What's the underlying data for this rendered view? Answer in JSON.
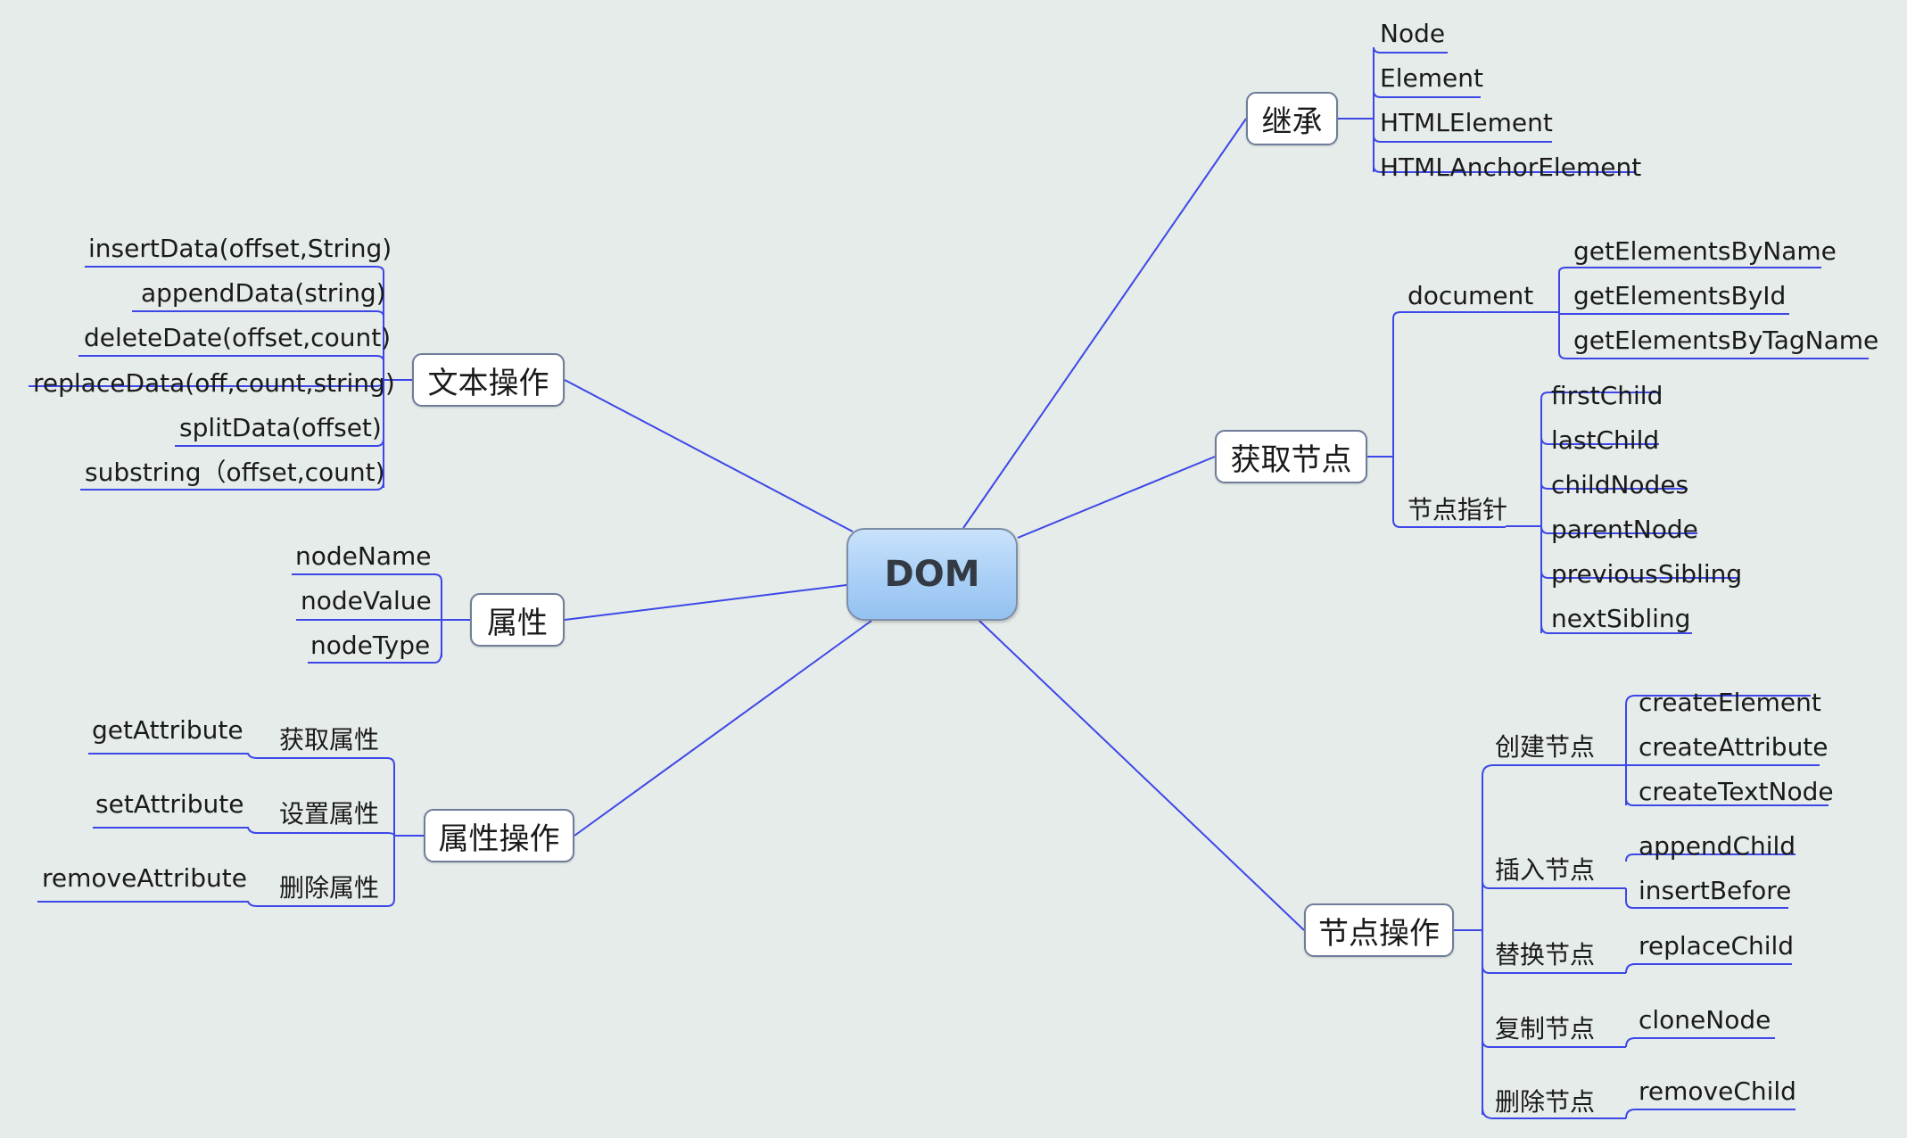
{
  "central": "DOM",
  "topics": {
    "inherit": {
      "label": "继承",
      "items": [
        "Node",
        "Element",
        "HTMLElement",
        "HTMLAnchorElement"
      ]
    },
    "get_nodes": {
      "label": "获取节点",
      "document": {
        "label": "document",
        "items": [
          "getElementsByName",
          "getElementsById",
          "getElementsByTagName"
        ]
      },
      "pointer": {
        "label": "节点指针",
        "items": [
          "firstChild",
          "lastChild",
          "childNodes",
          "parentNode",
          "previousSibling",
          "nextSibling"
        ]
      }
    },
    "node_ops": {
      "label": "节点操作",
      "create": {
        "label": "创建节点",
        "items": [
          "createElement",
          "createAttribute",
          "createTextNode"
        ]
      },
      "insert": {
        "label": "插入节点",
        "items": [
          "appendChild",
          "insertBefore"
        ]
      },
      "replace": {
        "label": "替换节点",
        "items": [
          "replaceChild"
        ]
      },
      "copy": {
        "label": "复制节点",
        "items": [
          "cloneNode"
        ]
      },
      "delete": {
        "label": "删除节点",
        "items": [
          "removeChild"
        ]
      }
    },
    "text_ops": {
      "label": "文本操作",
      "items": [
        "insertData(offset,String)",
        "appendData(string)",
        "deleteDate(offset,count)",
        "replaceData(off,count,string)",
        "splitData(offset)",
        "substring（offset,count)"
      ]
    },
    "attributes": {
      "label": "属性",
      "items": [
        "nodeName",
        "nodeValue",
        "nodeType"
      ]
    },
    "attr_ops": {
      "label": "属性操作",
      "get": {
        "label": "获取属性",
        "item": "getAttribute"
      },
      "set": {
        "label": "设置属性",
        "item": "setAttribute"
      },
      "remove": {
        "label": "删除属性",
        "item": "removeAttribute"
      }
    }
  },
  "colors": {
    "line": "#3d47e8",
    "node_border": "#6f7d9a",
    "central_fill": "#a9cff6",
    "background": "#e6ece9"
  }
}
